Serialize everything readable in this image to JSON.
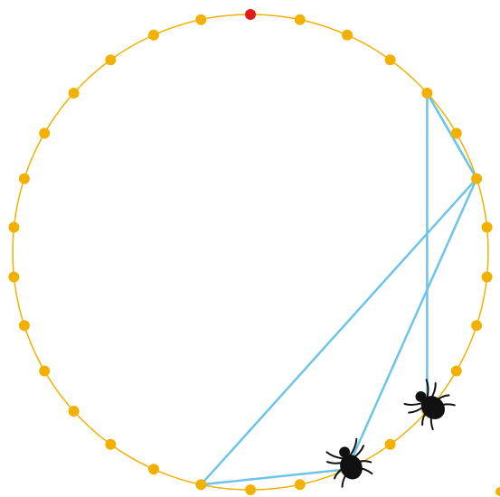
{
  "colors": {
    "background": "#ffffff",
    "ring": "#F2B100",
    "node": "#F2B100",
    "start_node": "#E21B1B",
    "web_thread": "#6EC3EB",
    "spider": "#111111"
  },
  "ring": {
    "node_count": 30,
    "start_node_index": 0
  },
  "web_path": [
    4,
    6,
    16,
    13,
    6,
    4,
    11
  ],
  "spiders": [
    {
      "name": "spider",
      "icon": "spider-icon",
      "node_index": 11
    },
    {
      "name": "spider",
      "icon": "spider-icon",
      "node_index": 13
    }
  ]
}
